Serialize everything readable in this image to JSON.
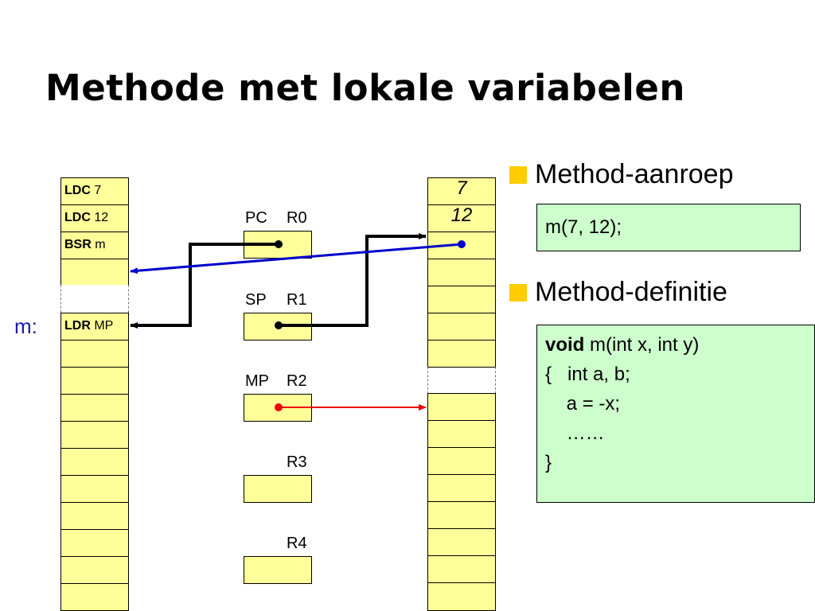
{
  "title": "Methode met lokale variabelen",
  "code_memory": {
    "label": "m:",
    "rows": [
      {
        "op": "LDC",
        "arg": "7"
      },
      {
        "op": "LDC",
        "arg": "12"
      },
      {
        "op": "BSR",
        "arg": "m"
      },
      {
        "op": "",
        "arg": ""
      },
      {
        "op": "LDR",
        "arg": "MP"
      }
    ]
  },
  "registers": [
    {
      "alias": "PC",
      "name": "R0"
    },
    {
      "alias": "SP",
      "name": "R1"
    },
    {
      "alias": "MP",
      "name": "R2"
    },
    {
      "alias": "",
      "name": "R3"
    },
    {
      "alias": "",
      "name": "R4"
    }
  ],
  "stack": {
    "values": [
      "7",
      "12"
    ]
  },
  "bullets": [
    {
      "text": "Method-aanroep",
      "code": [
        "m(7, 12);"
      ]
    },
    {
      "text": "Method-definitie",
      "code_keyword": "void",
      "code_first_rest": " m(int x, int y)",
      "code": [
        "{   int a, b;",
        "    a = -x;",
        "    ……",
        "}"
      ]
    }
  ],
  "colors": {
    "memory_cell": "#ffff99",
    "code_box": "#ccffcc",
    "bullet": "#ffcc00",
    "arrow_pc": "#0000cc",
    "arrow_mp": "#ee0000",
    "arrow_sp": "#000000"
  }
}
